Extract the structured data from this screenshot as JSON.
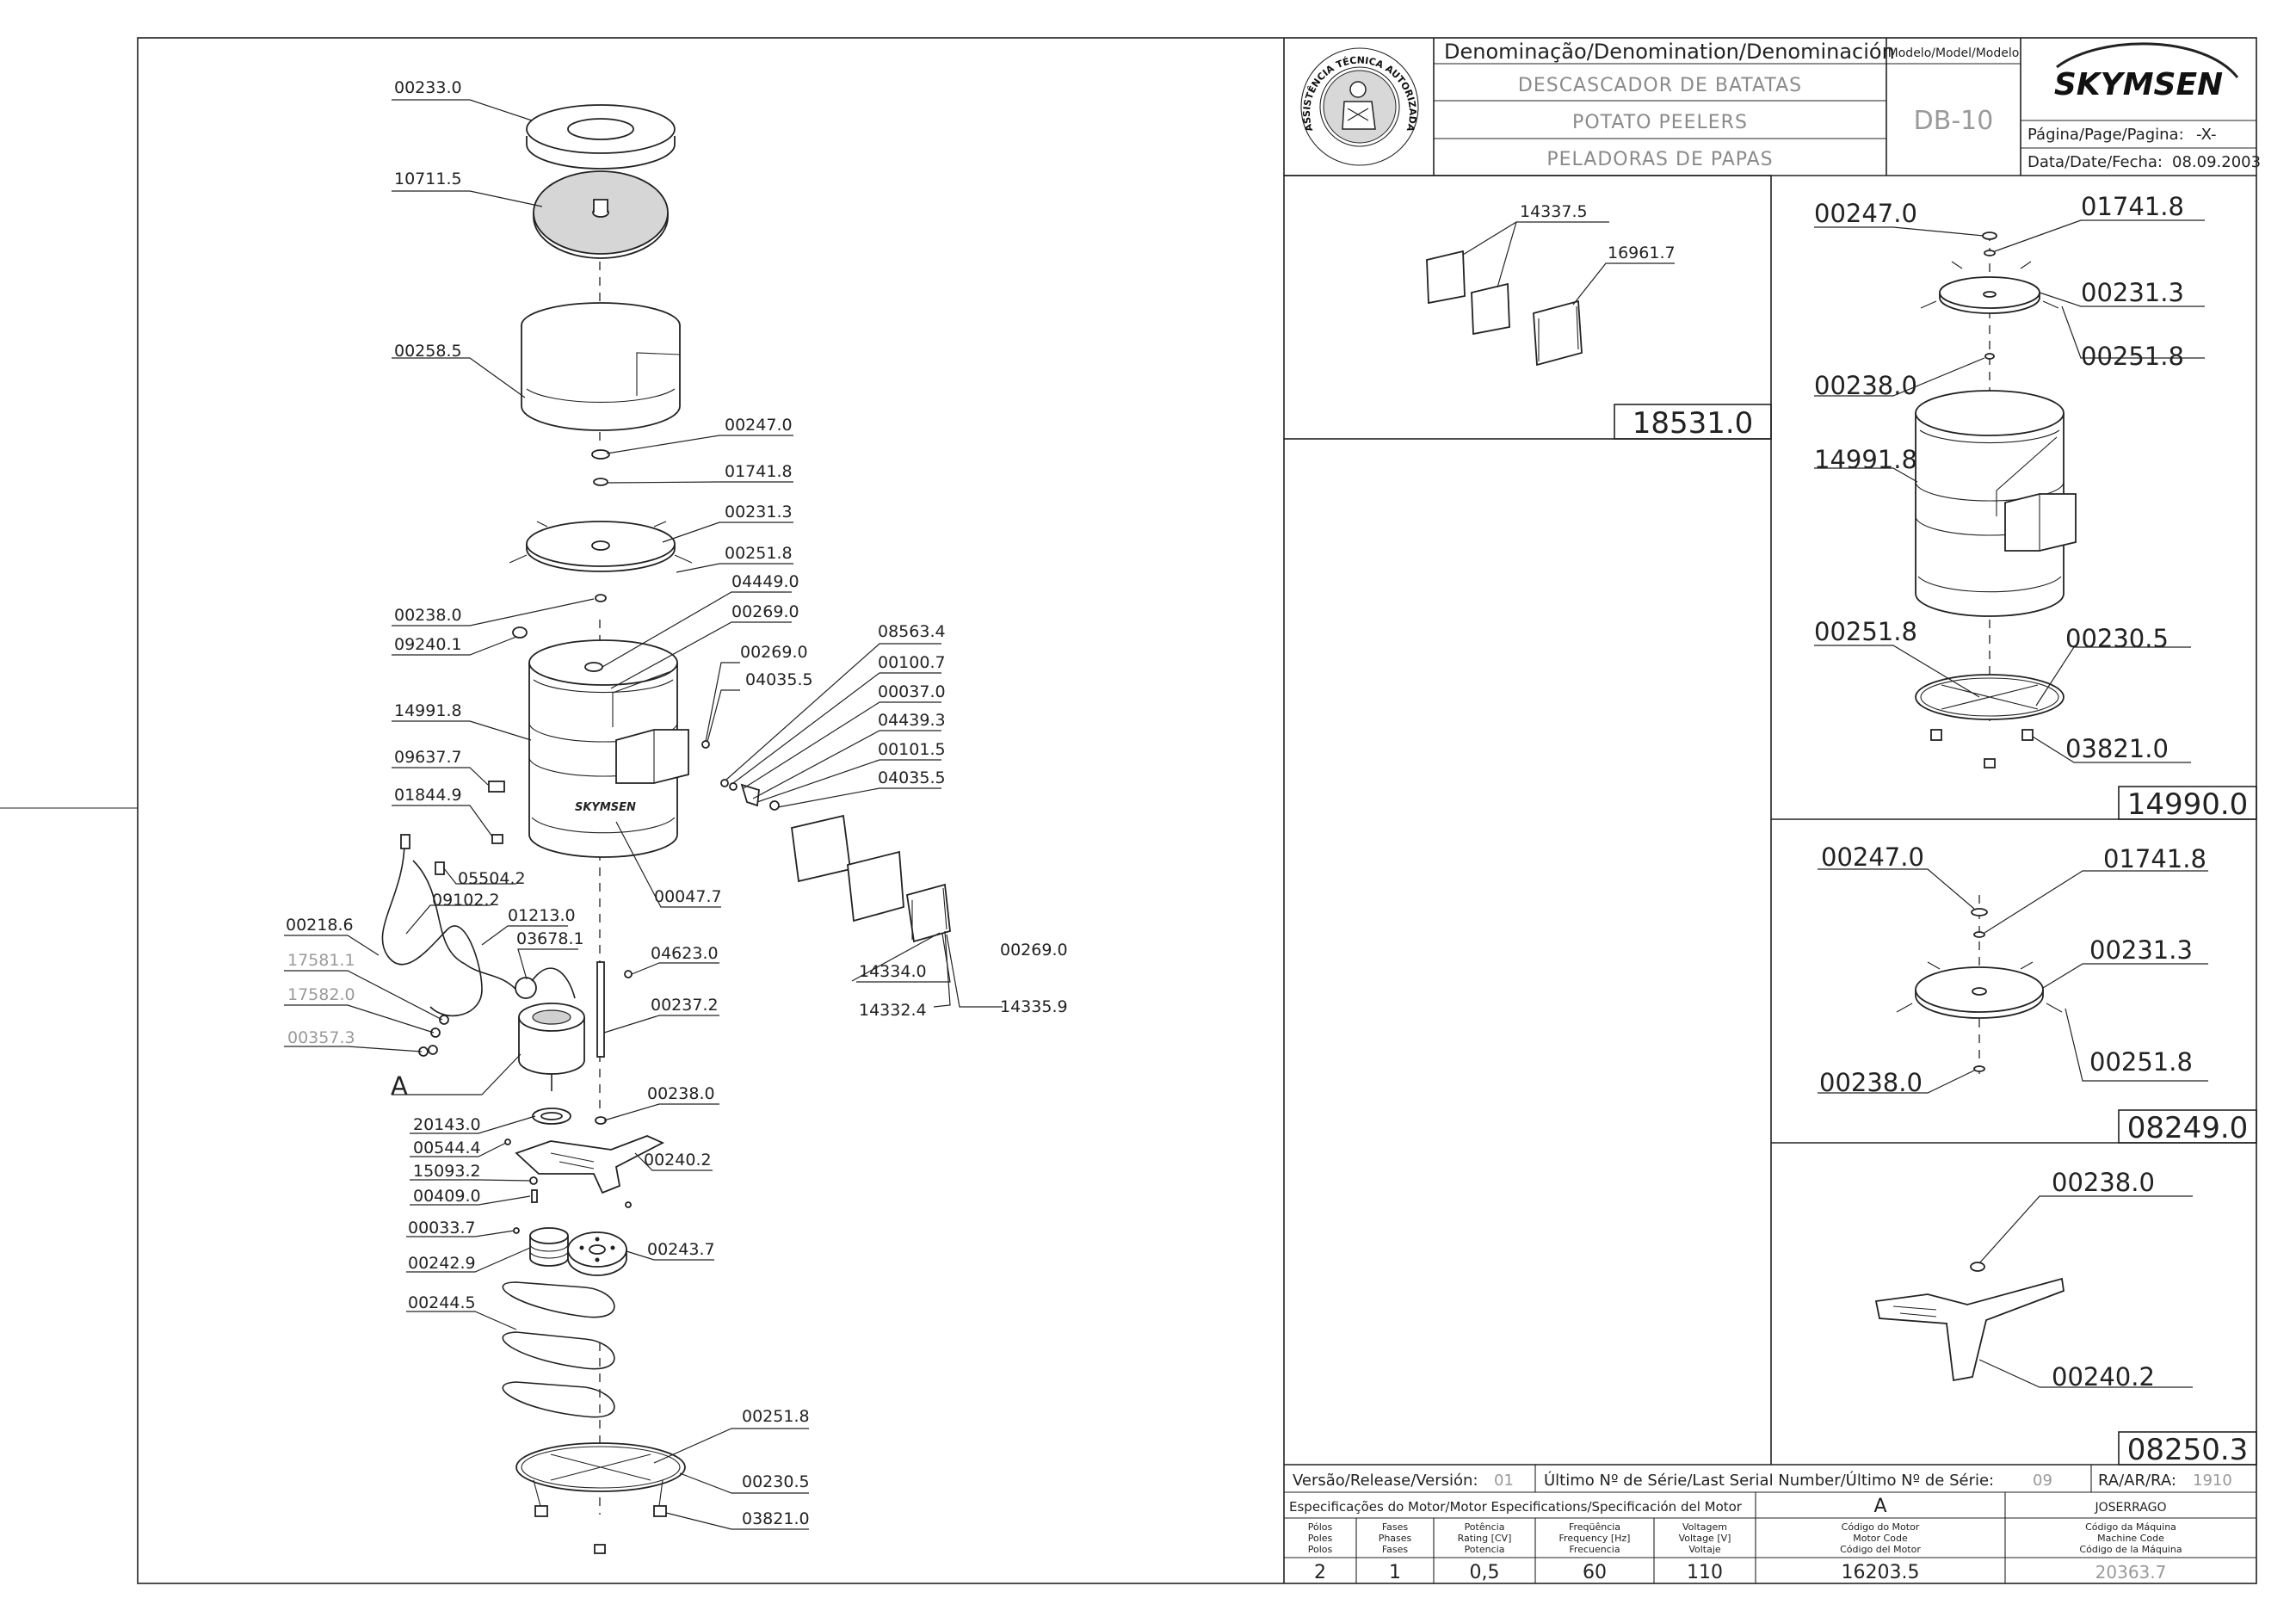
{
  "title_block": {
    "denomination_header": "Denominação/Denomination/Denominación",
    "model_header": "Modelo/Model/Modelo",
    "names": [
      "DESCASCADOR DE BATATAS",
      "POTATO PEELERS",
      "PELADORAS DE PAPAS"
    ],
    "model": "DB-10",
    "brand": "SKYMSEN",
    "page_label": "Página/Page/Pagina:",
    "page_value": "-X-",
    "date_label": "Data/Date/Fecha:",
    "date_value": "08.09.2003",
    "seal_text": "ASSISTÊNCIA TÉCNICA AUTORIZADA"
  },
  "main_labels": [
    {
      "id": "l1",
      "text": "00233.0"
    },
    {
      "id": "l2",
      "text": "10711.5"
    },
    {
      "id": "l3",
      "text": "00258.5"
    },
    {
      "id": "l4",
      "text": "00247.0"
    },
    {
      "id": "l5",
      "text": "01741.8"
    },
    {
      "id": "l6",
      "text": "00231.3"
    },
    {
      "id": "l7",
      "text": "00251.8"
    },
    {
      "id": "l8",
      "text": "00238.0"
    },
    {
      "id": "l9",
      "text": "04449.0"
    },
    {
      "id": "l10",
      "text": "00269.0"
    },
    {
      "id": "l11",
      "text": "09240.1"
    },
    {
      "id": "l12",
      "text": "00269.0"
    },
    {
      "id": "l13",
      "text": "04035.5"
    },
    {
      "id": "l14",
      "text": "08563.4"
    },
    {
      "id": "l15",
      "text": "00100.7"
    },
    {
      "id": "l16",
      "text": "00037.0"
    },
    {
      "id": "l17",
      "text": "04439.3"
    },
    {
      "id": "l18",
      "text": "00101.5"
    },
    {
      "id": "l19",
      "text": "04035.5"
    },
    {
      "id": "l20",
      "text": "14991.8"
    },
    {
      "id": "l21",
      "text": "09637.7"
    },
    {
      "id": "l22",
      "text": "01844.9"
    },
    {
      "id": "l23",
      "text": "00047.7"
    },
    {
      "id": "l24",
      "text": "05504.2"
    },
    {
      "id": "l25",
      "text": "09102.2"
    },
    {
      "id": "l26",
      "text": "00218.6"
    },
    {
      "id": "l27",
      "text": "01213.0"
    },
    {
      "id": "l28",
      "text": "03678.1"
    },
    {
      "id": "l29",
      "text": "04623.0"
    },
    {
      "id": "l30",
      "text": "17581.1"
    },
    {
      "id": "l31",
      "text": "17582.0"
    },
    {
      "id": "l32",
      "text": "00357.3"
    },
    {
      "id": "l33",
      "text": "00237.2"
    },
    {
      "id": "l34",
      "text": "14334.0"
    },
    {
      "id": "l35",
      "text": "00269.0"
    },
    {
      "id": "l36",
      "text": "14332.4"
    },
    {
      "id": "l37",
      "text": "14335.9"
    },
    {
      "id": "l38",
      "text": "A"
    },
    {
      "id": "l39",
      "text": "00238.0"
    },
    {
      "id": "l40",
      "text": "20143.0"
    },
    {
      "id": "l41",
      "text": "00544.4"
    },
    {
      "id": "l42",
      "text": "00240.2"
    },
    {
      "id": "l43",
      "text": "15093.2"
    },
    {
      "id": "l44",
      "text": "00409.0"
    },
    {
      "id": "l45",
      "text": "00033.7"
    },
    {
      "id": "l46",
      "text": "00242.9"
    },
    {
      "id": "l47",
      "text": "00243.7"
    },
    {
      "id": "l48",
      "text": "00244.5"
    },
    {
      "id": "l49",
      "text": "00251.8"
    },
    {
      "id": "l50",
      "text": "00230.5"
    },
    {
      "id": "l51",
      "text": "03821.0"
    }
  ],
  "kit_18531": {
    "code": "18531.0",
    "labels": [
      "14337.5",
      "16961.7"
    ]
  },
  "kit_14990": {
    "code": "14990.0",
    "labels": [
      "00247.0",
      "01741.8",
      "00231.3",
      "00251.8",
      "00238.0",
      "14991.8",
      "00251.8",
      "00230.5",
      "03821.0"
    ]
  },
  "kit_08249": {
    "code": "08249.0",
    "labels": [
      "00247.0",
      "01741.8",
      "00231.3",
      "00238.0",
      "00251.8"
    ]
  },
  "kit_08250": {
    "code": "08250.3",
    "labels": [
      "00238.0",
      "00240.2"
    ]
  },
  "release_row": {
    "version_label": "Versão/Release/Versión:",
    "version_value": "01",
    "serial_label": "Último Nº de Série/Last Serial Number/Último Nº de Série:",
    "serial_value": "09",
    "ra_label": "RA/AR/RA:",
    "ra_value": "1910"
  },
  "motor_specs": {
    "header": "Especificações do Motor/Motor Especifications/Specificación del Motor",
    "variant": "A",
    "author": "JOSERRAGO",
    "columns": [
      {
        "l1": "Pólos",
        "l2": "Poles",
        "l3": "Polos",
        "value": "2"
      },
      {
        "l1": "Fases",
        "l2": "Phases",
        "l3": "Fases",
        "value": "1"
      },
      {
        "l1": "Potência",
        "l2": "Rating [CV]",
        "l3": "Potencia",
        "value": "0,5"
      },
      {
        "l1": "Freqüência",
        "l2": "Frequency [Hz]",
        "l3": "Frecuencia",
        "value": "60"
      },
      {
        "l1": "Voltagem",
        "l2": "Voltage [V]",
        "l3": "Voltaje",
        "value": "110"
      },
      {
        "l1": "Código do Motor",
        "l2": "Motor Code",
        "l3": "Código del Motor",
        "value": "16203.5"
      },
      {
        "l1": "Código da Máquina",
        "l2": "Machine Code",
        "l3": "Código de la Máquina",
        "value": "20363.7"
      }
    ]
  }
}
